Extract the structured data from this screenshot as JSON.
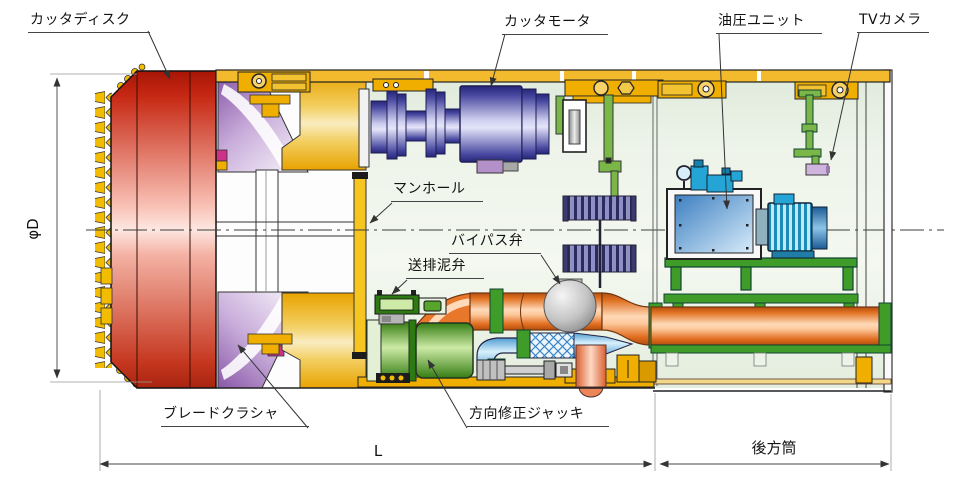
{
  "diagram": {
    "labels": {
      "cutter_disk": "カッタディスク",
      "cutter_motor": "カッタモータ",
      "hydraulic_unit": "油圧ユニット",
      "tv_camera": "TVカメラ",
      "manhole": "マンホール",
      "bypass_valve": "バイパス弁",
      "mud_valve": "送排泥弁",
      "blade_crusher": "ブレードクラシャ",
      "direction_jack": "方向修正ジャッキ"
    },
    "dimensions": {
      "diameter": "φD",
      "length": "L",
      "rear_cylinder": "後方筒"
    },
    "palette": {
      "cutter_red": "#c32715",
      "shield_yellow": "#efae00",
      "crusher_purple": "#9a6ab0",
      "motor_blue": "#5050a0",
      "hydraulic_cyan": "#25a5d5",
      "pipe_orange": "#e8762a",
      "slurry_blue": "#8cc8ee",
      "jack_green": "#57a52c",
      "frame_green": "#3f9c28",
      "interior_green": "#e9f2e6",
      "valve_gray": "#b5b5b5",
      "camera_purple": "#cfb4de",
      "line_color": "#333333"
    }
  }
}
